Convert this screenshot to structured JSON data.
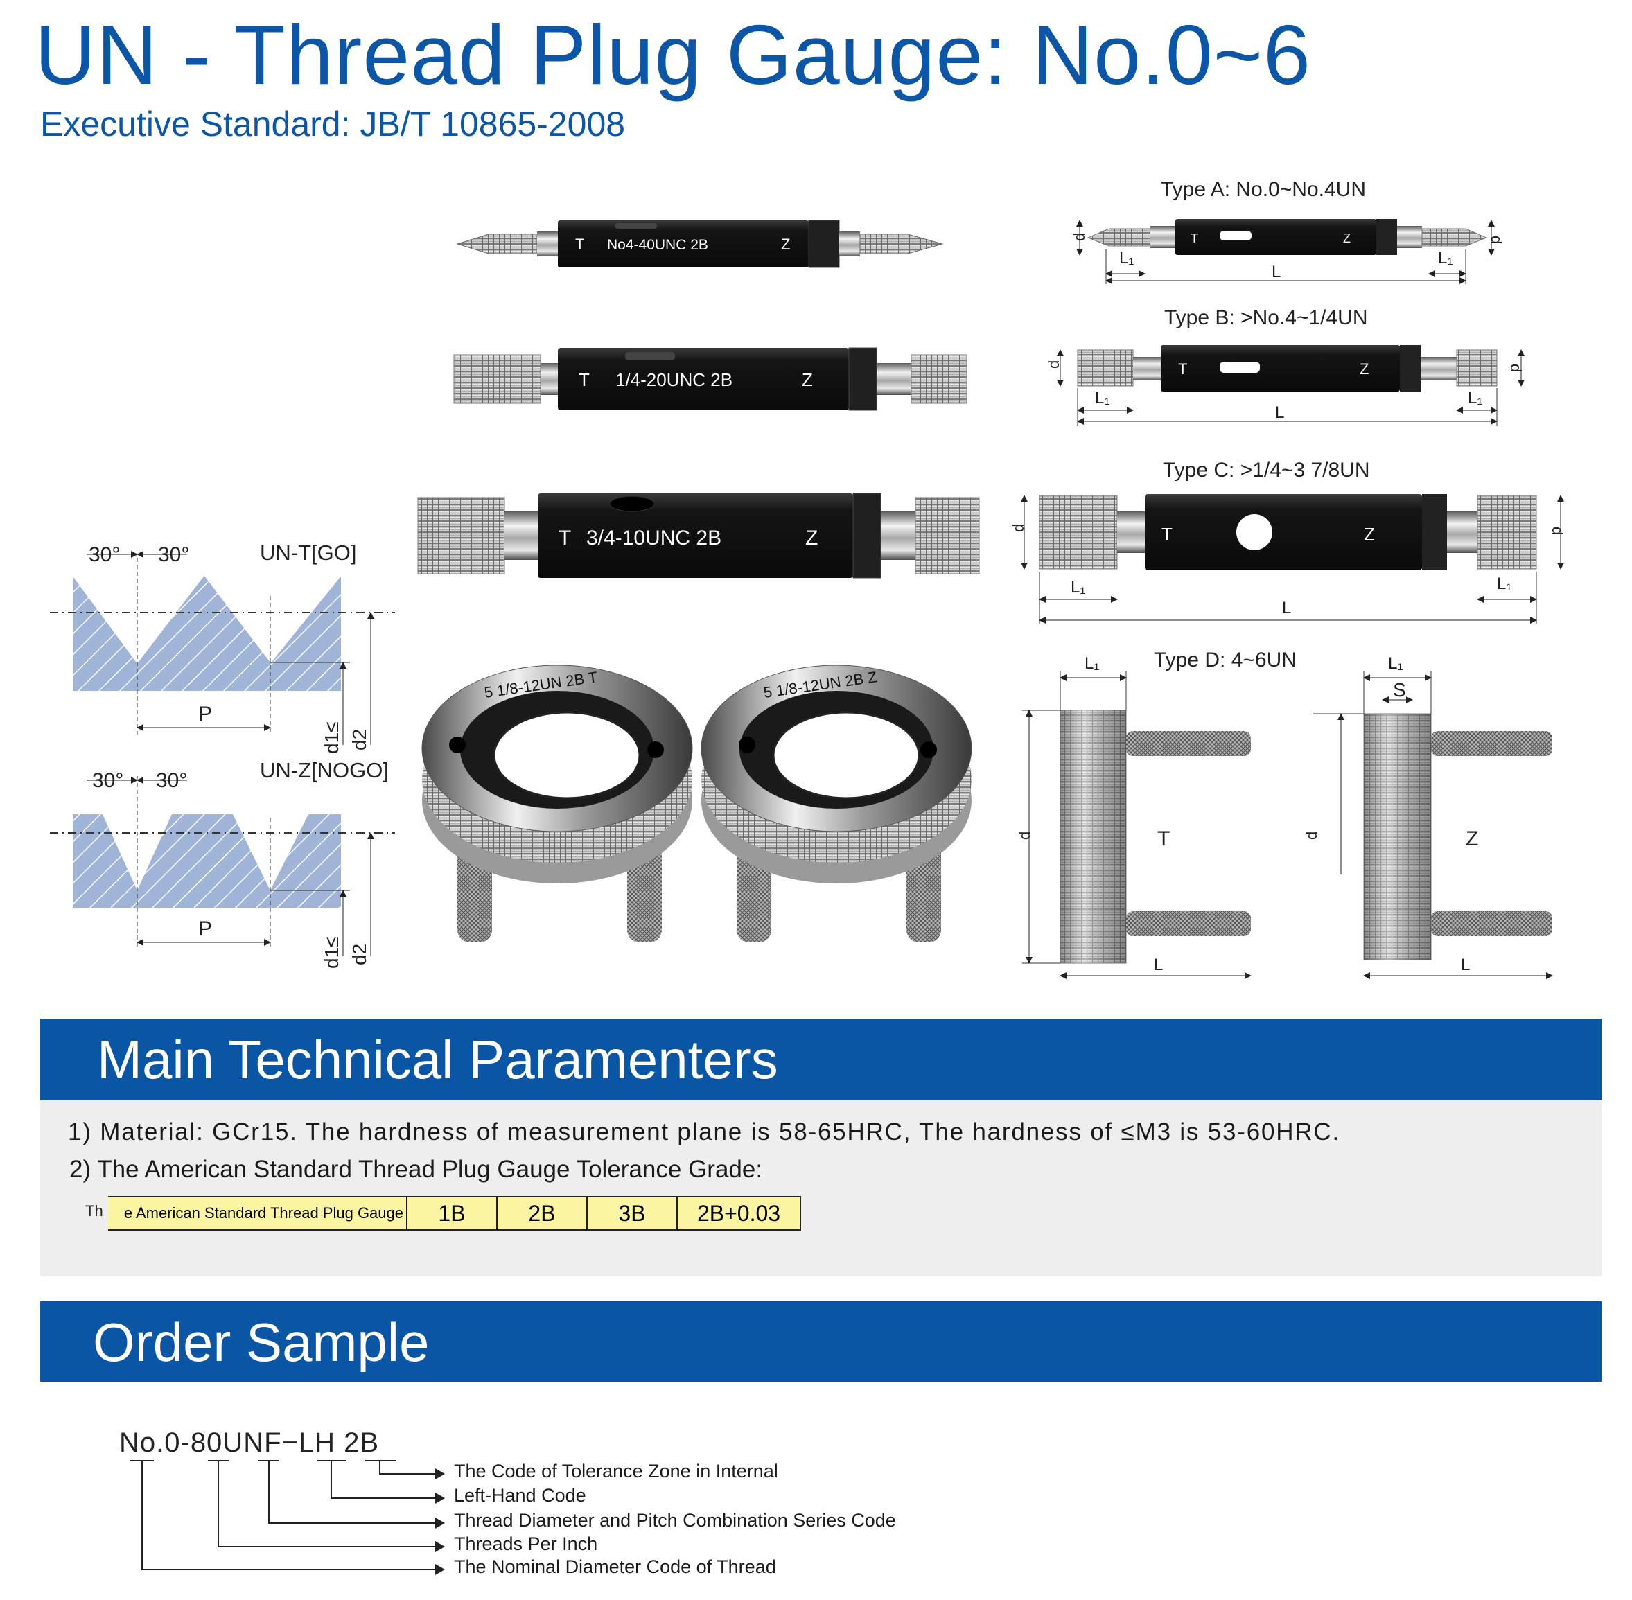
{
  "header": {
    "title": "UN - Thread Plug Gauge: No.0~6",
    "subtitle": "Executive Standard: JB/T 10865-2008"
  },
  "gauges": {
    "g1": {
      "t": "T",
      "label": "No4-40UNC  2B",
      "z": "Z"
    },
    "g2": {
      "t": "T",
      "label": "1/4-20UNC  2B",
      "z": "Z"
    },
    "g3": {
      "t": "T",
      "label": "3/4-10UNC  2B",
      "z": "Z"
    },
    "ring1": "5 1/8-12UN  2B  T",
    "ring2": "5 1/8-12UN  2B  Z"
  },
  "types": {
    "a": "Type A:  No.0~No.4UN",
    "b": "Type B: >No.4~1/4UN",
    "c": "Type C: >1/4~3 7/8UN",
    "d": "Type D:  4~6UN"
  },
  "dims": {
    "d": "d",
    "l": "L",
    "l1": "L₁",
    "s": "S",
    "t": "T",
    "z": "Z",
    "p": "P",
    "d1": "d1≤",
    "d2": "d2",
    "angle": "30°"
  },
  "profiles": {
    "go": "UN-T[GO]",
    "nogo": "UN-Z[NOGO]"
  },
  "params": {
    "heading": "Main Technical Paramenters",
    "line1": "1) Material: GCr15. The hardness of measurement plane is 58-65HRC, The hardness of ≤M3 is 53-60HRC.",
    "line2": "2)  The American Standard Thread Plug Gauge Tolerance Grade:",
    "table_label": "The American Standard Thread Plug Gauge",
    "grades": [
      "1B",
      "2B",
      "3B",
      "2B+0.03"
    ]
  },
  "order": {
    "heading": "Order Sample",
    "code": "No.0-80UNF−LH 2B",
    "legend": [
      "The Code of Tolerance Zone in Internal",
      "Left-Hand Code",
      "Thread Diameter and Pitch Combination Series Code",
      "Threads Per Inch",
      "The Nominal Diameter Code of Thread"
    ]
  },
  "colors": {
    "brand": "#0d56a6",
    "band": "#0a56a5",
    "profile_fill": "#9fb4d6",
    "table_fill": "#fbf4a2"
  }
}
